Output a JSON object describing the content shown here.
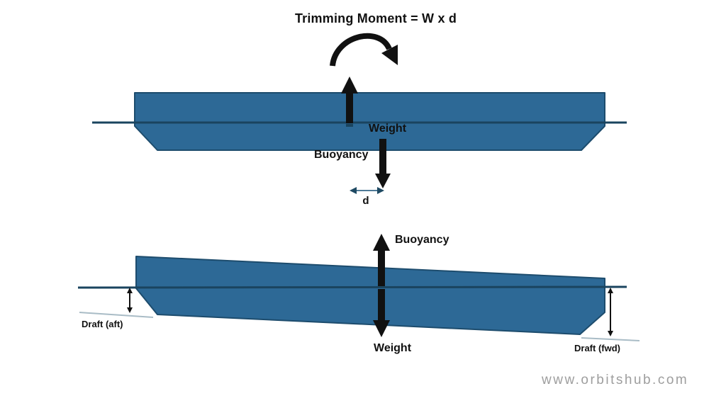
{
  "title": "Trimming Moment = W x d",
  "upper_diagram": {
    "weight_label": "Weight",
    "buoyancy_label": "Buoyancy",
    "distance_label": "d"
  },
  "lower_diagram": {
    "buoyancy_label": "Buoyancy",
    "weight_label": "Weight",
    "draft_aft_label": "Draft (aft)",
    "draft_fwd_label": "Draft (fwd)"
  },
  "watermark": "www.orbitshub.com",
  "colors": {
    "hull_fill": "#2d6996",
    "hull_stroke": "#1d4c6d",
    "waterline": "#1a445f",
    "force_arrow": "#111111",
    "dim_line": "#4f7a97",
    "dim_head": "#1f4a63",
    "baseline": "#a9bcc6",
    "label_text": "#111111",
    "watermark_text": "#9e9e9e"
  }
}
